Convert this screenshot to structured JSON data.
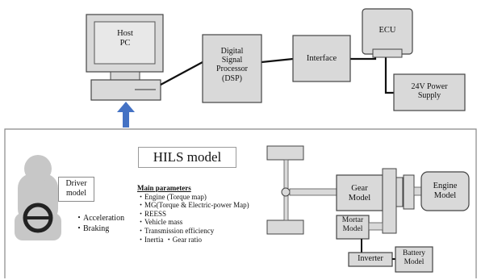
{
  "hardware": {
    "host_pc": "Host\nPC",
    "dsp": "Digital\nSignal\nProcessor\n(DSP)",
    "interface": "Interface",
    "ecu": "ECU",
    "power_supply": "24V Power\nSupply"
  },
  "hils": {
    "title": "HILS model",
    "driver_model": "Driver\nmodel",
    "driver_operations": [
      "・Acceleration",
      "・Braking"
    ],
    "params_heading": "Main parameters",
    "params": [
      "・Engine (Torque map)",
      "・MG(Torque & Electric-power Map)",
      "・REESS",
      "・Vehicle mass",
      "・Transmission efficiency",
      "・Inertia ・Gear ratio"
    ],
    "components": {
      "gear": "Gear\nModel",
      "engine": "Engine\nModel",
      "motor": "Mortar\nModel",
      "inverter": "Inverter",
      "battery": "Battery\nModel"
    }
  },
  "colors": {
    "box_fill": "#d9d9d9",
    "box_stroke": "#444444",
    "arrow": "#4472c4",
    "line": "#111111"
  }
}
